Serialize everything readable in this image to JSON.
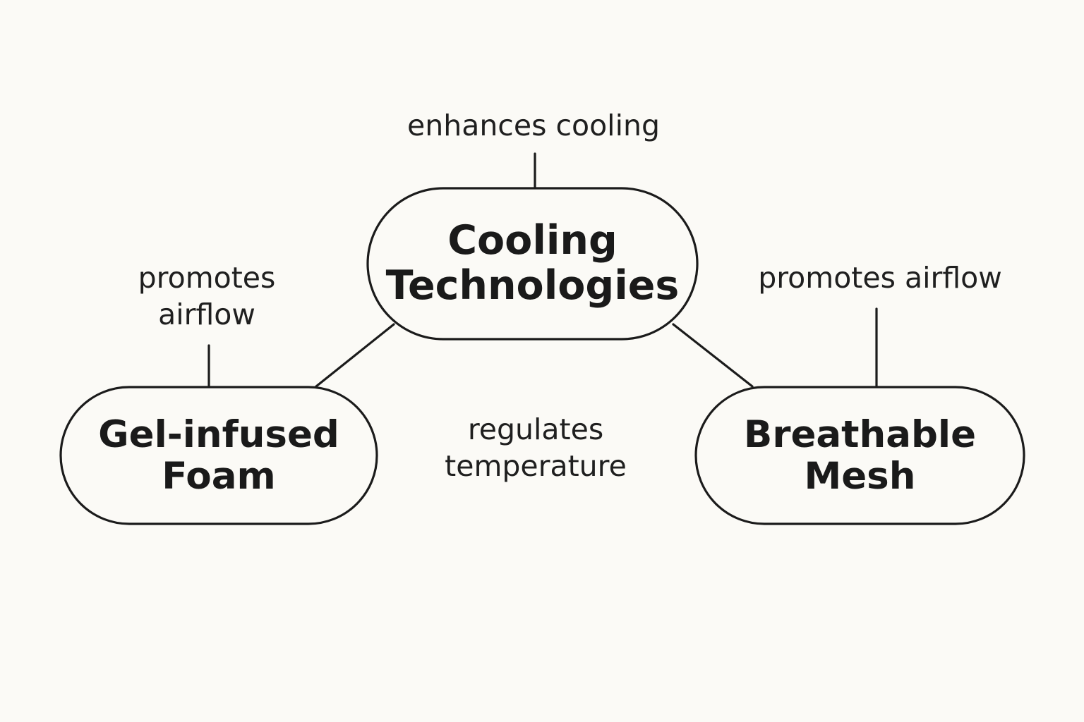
{
  "nodes": {
    "center": {
      "line1": "Cooling",
      "line2": "Technologies"
    },
    "left": {
      "line1": "Gel-infused",
      "line2": "Foam"
    },
    "right": {
      "line1": "Breathable",
      "line2": "Mesh"
    }
  },
  "labels": {
    "top": "enhances cooling",
    "left": {
      "line1": "promotes",
      "line2": "airflow"
    },
    "right": "promotes airflow",
    "bottom": {
      "line1": "regulates",
      "line2": "temperature"
    }
  }
}
